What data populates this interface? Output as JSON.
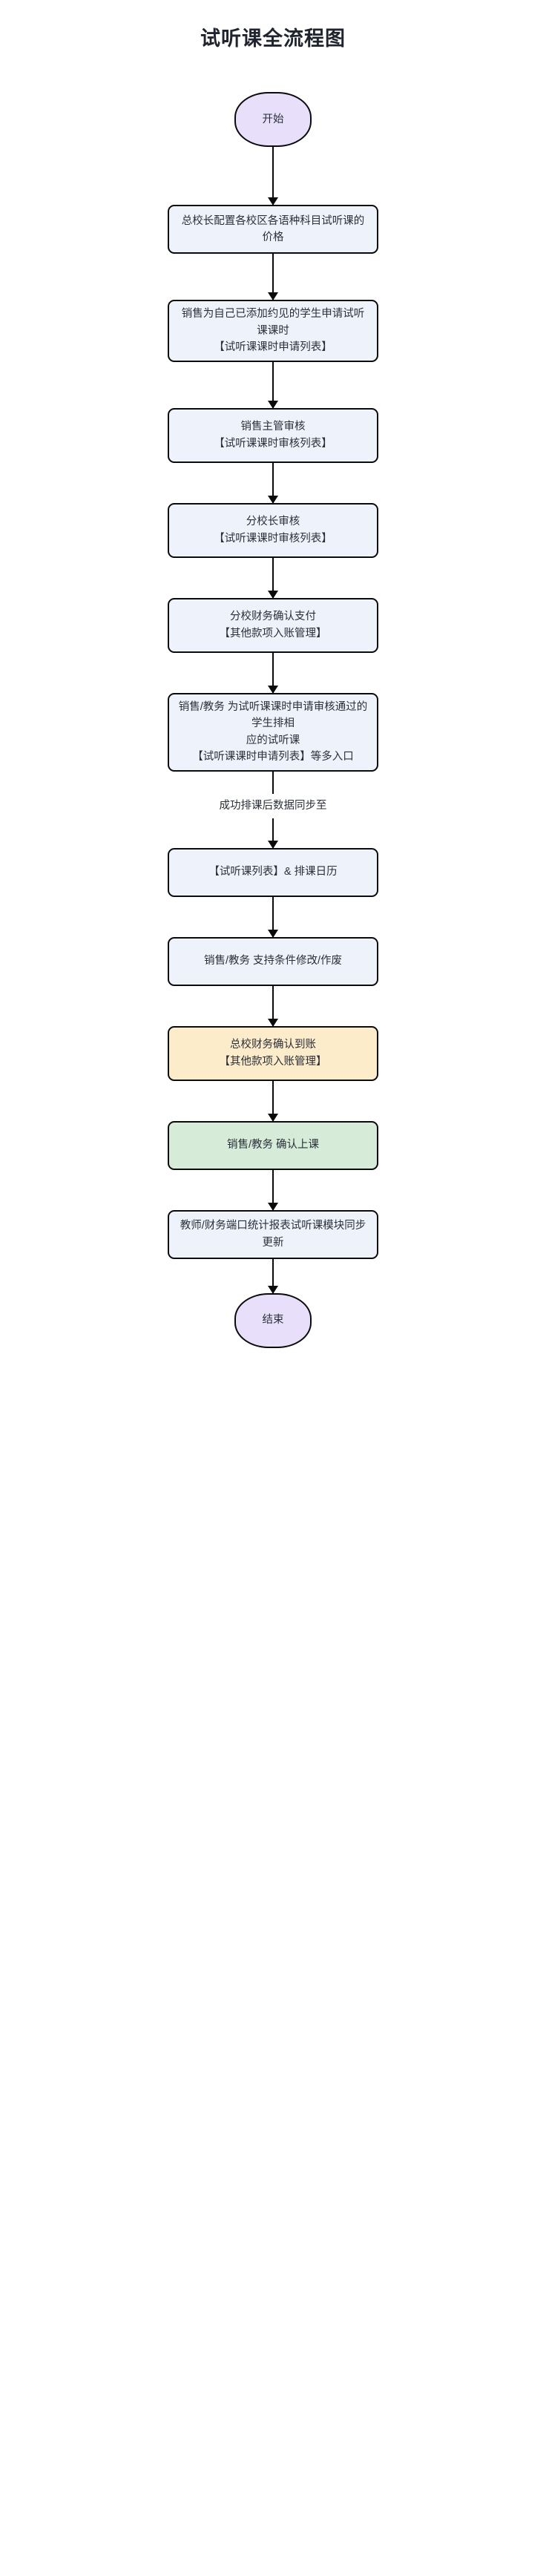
{
  "diagram": {
    "title": "试听课全流程图",
    "type": "flowchart",
    "direction": "top-to-bottom",
    "colors": {
      "terminal_fill": "#e8dffb",
      "process_fill": "#eef2fa",
      "accent_yellow_fill": "#fcecc9",
      "accent_green_fill": "#d6ecd8",
      "stroke": "#0b0b0b",
      "text": "#2a2f3a",
      "background": "#ffffff"
    },
    "nodes": [
      {
        "id": "start",
        "shape": "stadium",
        "style": "terminal",
        "lines": [
          "开始"
        ]
      },
      {
        "id": "p1",
        "shape": "rounded-rect",
        "style": "process",
        "lines": [
          "总校长配置各校区各语种科目试听课的价格"
        ]
      },
      {
        "id": "p2",
        "shape": "rounded-rect",
        "style": "process",
        "lines": [
          "销售为自己已添加约见的学生申请试听课课时",
          "【试听课课时申请列表】"
        ]
      },
      {
        "id": "p3",
        "shape": "rounded-rect",
        "style": "process",
        "lines": [
          "销售主管审核",
          "【试听课课时审核列表】"
        ]
      },
      {
        "id": "p4",
        "shape": "rounded-rect",
        "style": "process",
        "lines": [
          "分校长审核",
          "【试听课课时审核列表】"
        ]
      },
      {
        "id": "p5",
        "shape": "rounded-rect",
        "style": "process",
        "lines": [
          "分校财务确认支付",
          "【其他款项入账管理】"
        ]
      },
      {
        "id": "p6",
        "shape": "rounded-rect",
        "style": "process",
        "lines": [
          "销售/教务 为试听课课时申请审核通过的学生排相",
          "应的试听课",
          "【试听课课时申请列表】等多入口"
        ]
      },
      {
        "id": "p7",
        "shape": "rounded-rect",
        "style": "process",
        "lines": [
          "【试听课列表】& 排课日历"
        ]
      },
      {
        "id": "p8",
        "shape": "rounded-rect",
        "style": "process",
        "lines": [
          "销售/教务 支持条件修改/作废"
        ]
      },
      {
        "id": "p9",
        "shape": "rounded-rect",
        "style": "accent-yellow",
        "lines": [
          "总校财务确认到账",
          "【其他款项入账管理】"
        ]
      },
      {
        "id": "p10",
        "shape": "rounded-rect",
        "style": "accent-green",
        "lines": [
          "销售/教务 确认上课"
        ]
      },
      {
        "id": "p11",
        "shape": "rounded-rect",
        "style": "process",
        "lines": [
          "教师/财务端口统计报表试听课模块同步更新"
        ]
      },
      {
        "id": "end",
        "shape": "stadium",
        "style": "terminal",
        "lines": [
          "结束"
        ]
      }
    ],
    "edges": [
      {
        "from": "start",
        "to": "p1",
        "label": ""
      },
      {
        "from": "p1",
        "to": "p2",
        "label": ""
      },
      {
        "from": "p2",
        "to": "p3",
        "label": ""
      },
      {
        "from": "p3",
        "to": "p4",
        "label": ""
      },
      {
        "from": "p4",
        "to": "p5",
        "label": ""
      },
      {
        "from": "p5",
        "to": "p6",
        "label": ""
      },
      {
        "from": "p6",
        "to": "p7",
        "label": "成功排课后数据同步至"
      },
      {
        "from": "p7",
        "to": "p8",
        "label": ""
      },
      {
        "from": "p8",
        "to": "p9",
        "label": ""
      },
      {
        "from": "p9",
        "to": "p10",
        "label": ""
      },
      {
        "from": "p10",
        "to": "p11",
        "label": ""
      },
      {
        "from": "p11",
        "to": "end",
        "label": ""
      }
    ]
  }
}
